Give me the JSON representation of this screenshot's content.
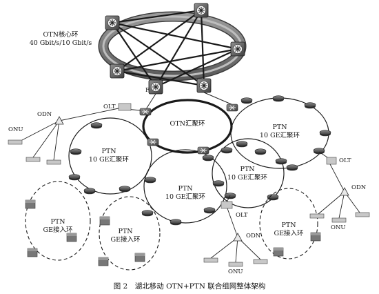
{
  "core_ring": {
    "label_line1": "OTN核心环",
    "label_line2": "40 Gbit/s/10 Gbit/s"
  },
  "otn_aggregation_ring": {
    "label": "OTN汇聚环"
  },
  "ptn_aggregation_rings": [
    {
      "line1": "PTN",
      "line2": "10 GE汇聚环"
    },
    {
      "line1": "PTN",
      "line2": "10 GE汇聚环"
    },
    {
      "line1": "PTN",
      "line2": "10 GE汇聚环"
    },
    {
      "line1": "PTN",
      "line2": "10 GE汇聚环"
    }
  ],
  "ptn_access_rings": [
    {
      "line1": "PTN",
      "line2": "GE接入环"
    },
    {
      "line1": "PTN",
      "line2": "GE接入环"
    },
    {
      "line1": "PTN",
      "line2": "GE接入环"
    }
  ],
  "olt_nodes": [
    "OLT",
    "OLT",
    "OLT"
  ],
  "odn_nodes": [
    "ODN",
    "ODN",
    "ODN"
  ],
  "onu_nodes": [
    "ONU",
    "ONU",
    "ONU"
  ],
  "core_f_label": "F",
  "caption": "图 2　湖北移动 OTN+PTN 联合组网整体架构"
}
